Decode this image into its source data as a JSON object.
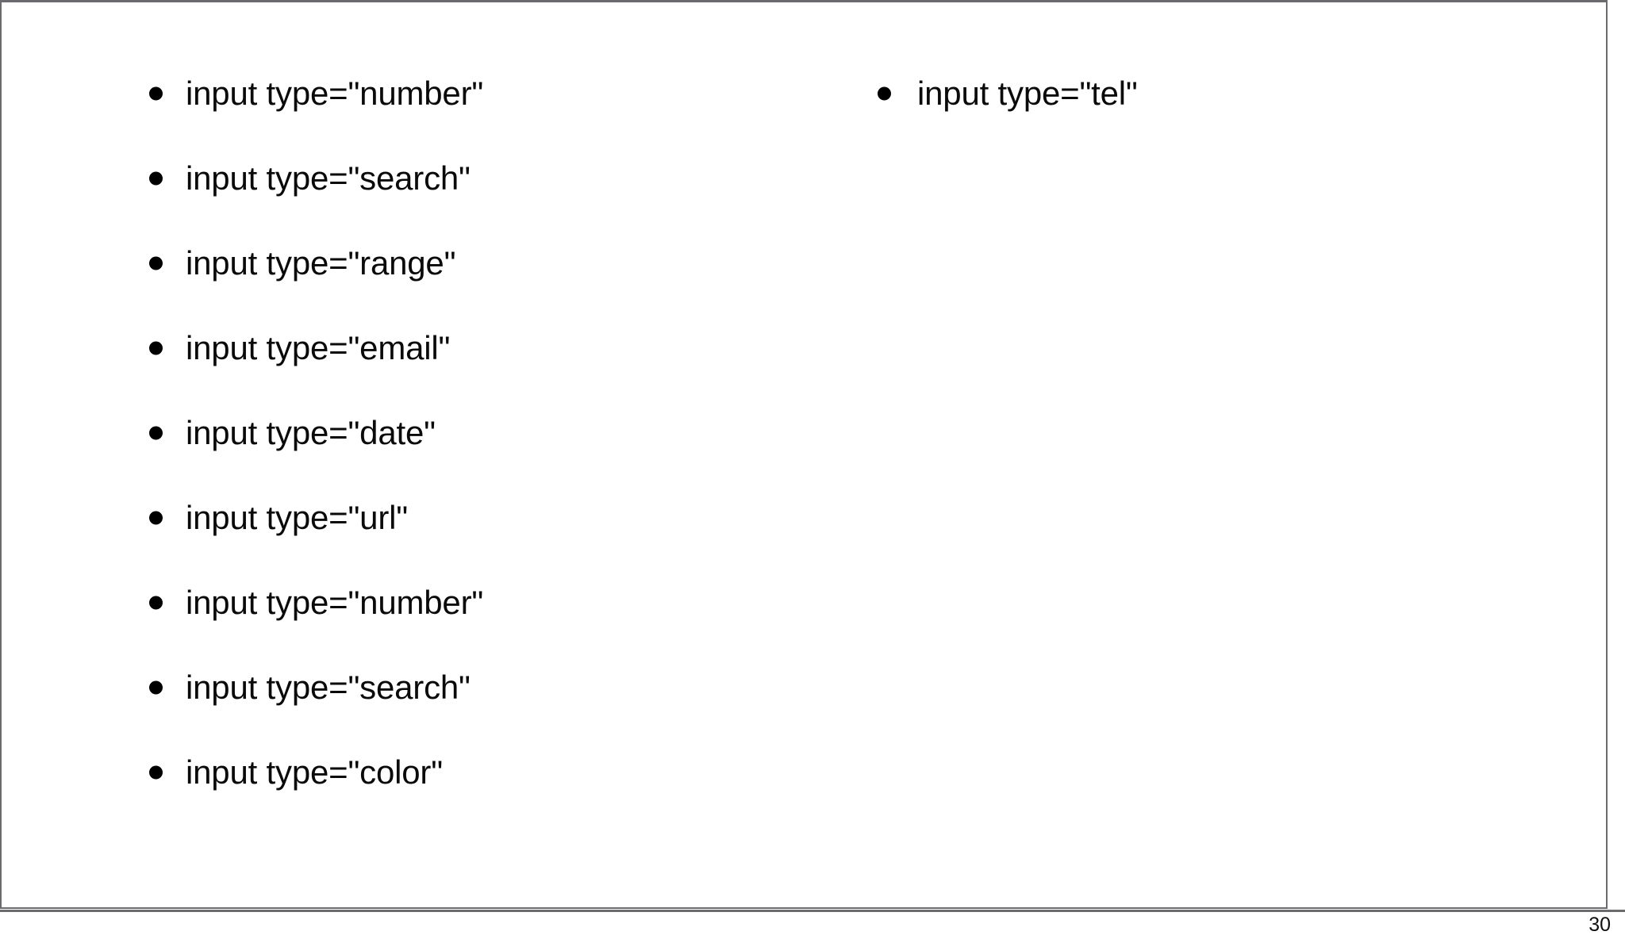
{
  "slide": {
    "page_number": "30",
    "background_color": "#ffffff",
    "frame_border_color": "#6b6b6f",
    "text_color": "#0a0a0a",
    "bullet_color": "#000000",
    "columns": [
      {
        "name": "left-column",
        "items": [
          {
            "label": "input type=\"number\""
          },
          {
            "label": "input type=\"search\""
          },
          {
            "label": "input type=\"range\""
          },
          {
            "label": "input type=\"email\""
          },
          {
            "label": "input type=\"date\""
          },
          {
            "label": "input type=\"url\""
          },
          {
            "label": "input type=\"number\""
          },
          {
            "label": "input type=\"search\""
          },
          {
            "label": "input type=\"color\""
          }
        ]
      },
      {
        "name": "right-column",
        "items": [
          {
            "label": "input type=\"tel\""
          }
        ]
      }
    ]
  }
}
